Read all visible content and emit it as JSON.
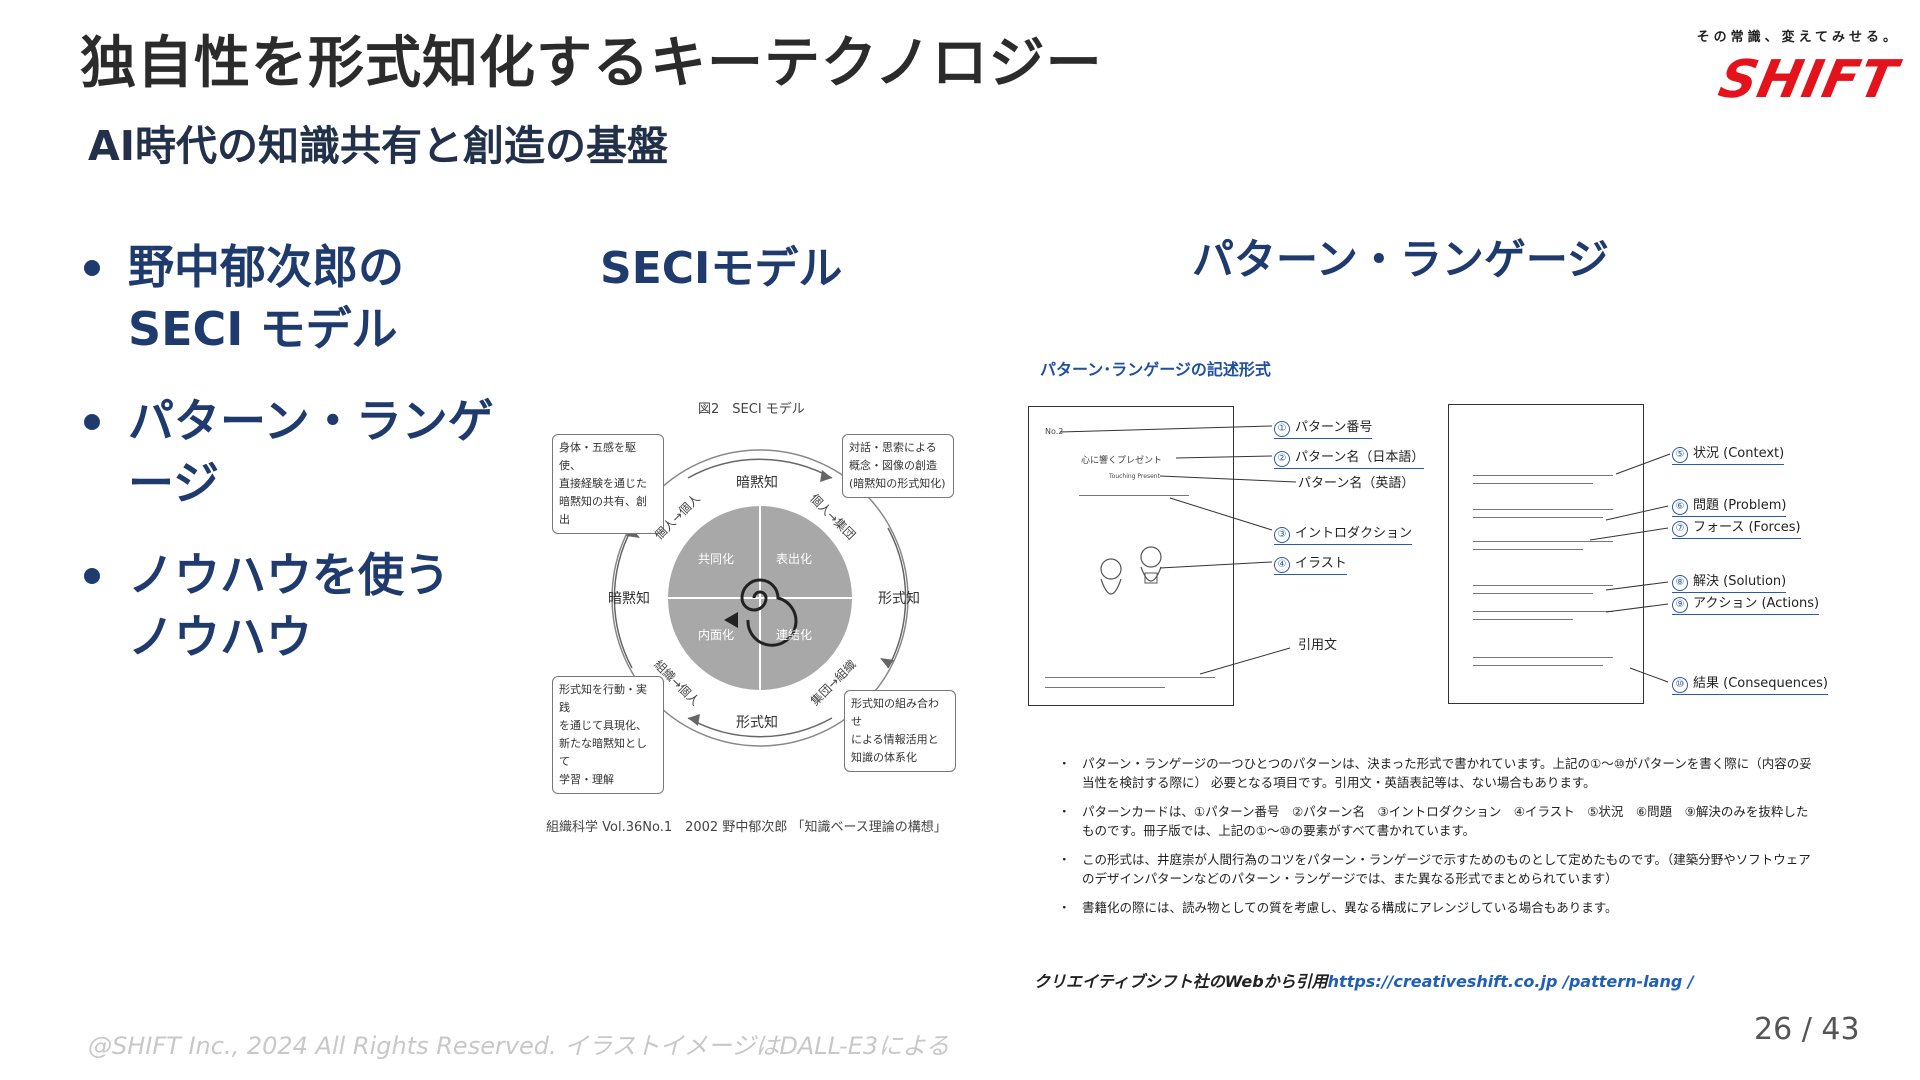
{
  "slide": {
    "title": "独自性を形式知化するキーテクノロジー",
    "subtitle": "AI時代の知識共有と創造の基盤"
  },
  "logo": {
    "tagline": "その常識、変えてみせる。",
    "wordmark": "SHIFT",
    "color": "#e3121b"
  },
  "bullets": [
    {
      "text": "野中郁次郎の"
    },
    {
      "text": "SECI モデル"
    },
    {
      "text": "パターン・ランゲ"
    },
    {
      "text": "ージ"
    },
    {
      "text": "ノウハウを使う"
    },
    {
      "text": "ノウハウ"
    }
  ],
  "headings": {
    "seci": "SECIモデル",
    "pattern_language": "パターン・ランゲージ"
  },
  "seci_figure": {
    "caption": "図2　SECI モデル",
    "boxes": {
      "top_left": [
        "身体・五感を駆使、",
        "直接経験を通じた",
        "暗黙知の共有、創出"
      ],
      "top_right": [
        "対話・思索による",
        "概念・図像の創造",
        "(暗黙知の形式知化)"
      ],
      "bottom_left": [
        "形式知を行動・実践",
        "を通じて具現化、",
        "新たな暗黙知として",
        "学習・理解"
      ],
      "bottom_right": [
        "形式知の組み合わせ",
        "による情報活用と",
        "知識の体系化"
      ]
    },
    "outer_labels": {
      "top": "暗黙知",
      "right": "形式知",
      "bottom": "形式知",
      "left": "暗黙知"
    },
    "quadrants": {
      "socialization": "共同化",
      "externalization": "表出化",
      "internalization": "内面化",
      "combination": "連結化"
    },
    "arrow_labels": {
      "tl": "個人→個人",
      "tr": "個人→集団",
      "br": "集団→組織",
      "bl": "組織→個人"
    },
    "source": "組織科学 Vol.36No.1　2002 野中郁次郎 「知識ベース理論の構想」"
  },
  "pattern_figure": {
    "title": "パターン･ランゲージの記述形式",
    "card_left": {
      "number": "No.2",
      "name_ja": "心に響くプレゼント",
      "name_en": "Touching Present"
    },
    "callouts_left": [
      {
        "num": "①",
        "text": "パターン番号",
        "underline": true
      },
      {
        "num": "②",
        "text": "パターン名（日本語）",
        "underline": true
      },
      {
        "num": "",
        "text": "パターン名（英語）",
        "underline": false
      },
      {
        "num": "③",
        "text": "イントロダクション",
        "underline": true
      },
      {
        "num": "④",
        "text": "イラスト",
        "underline": true
      },
      {
        "num": "",
        "text": "引用文",
        "underline": false
      }
    ],
    "callouts_right": [
      {
        "num": "⑤",
        "text": "状況 (Context)"
      },
      {
        "num": "⑥",
        "text": "問題 (Problem)"
      },
      {
        "num": "⑦",
        "text": "フォース (Forces)"
      },
      {
        "num": "⑧",
        "text": "解決 (Solution)"
      },
      {
        "num": "⑨",
        "text": "アクション (Actions)"
      },
      {
        "num": "⑩",
        "text": "結果 (Consequences)"
      }
    ],
    "notes": [
      "パターン・ランゲージの一つひとつのパターンは、決まった形式で書かれています。上記の①～⑩がパターンを書く際に（内容の妥当性を検討する際に） 必要となる項目です。引用文・英語表記等は、ない場合もあります。",
      "パターンカードは、①パターン番号　②パターン名　③イントロダクション　④イラスト　⑤状況　⑥問題　⑨解決のみを抜粋したものです。冊子版では、上記の①～⑩の要素がすべて書かれています。",
      "この形式は、井庭崇が人間行為のコツをパターン・ランゲージで示すためのものとして定めたものです。（建築分野やソフトウェアのデザインパターンなどのパターン・ランゲージでは、また異なる形式でまとめられています）",
      "書籍化の際には、読み物としての質を考慮し、異なる構成にアレンジしている場合もあります。"
    ]
  },
  "citation": {
    "text": "クリエイティブシフト社のWebから引用",
    "url": "https://creativeshift.co.jp /pattern-lang /"
  },
  "footer": {
    "copyright": "@SHIFT Inc., 2024 All Rights Reserved. イラストイメージはDALL-E3による",
    "page": "26 / 43"
  }
}
